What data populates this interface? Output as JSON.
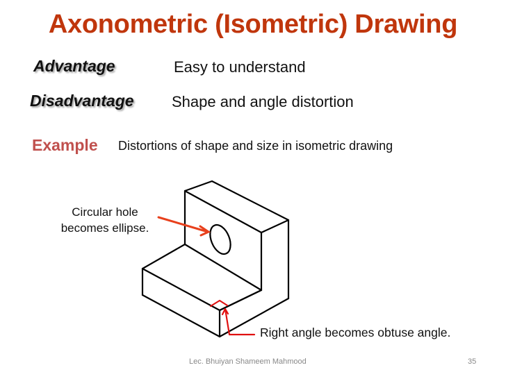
{
  "slide": {
    "title": "Axonometric (Isometric) Drawing",
    "advantage": {
      "label": "Advantage",
      "text": "Easy to understand"
    },
    "disadvantage": {
      "label": "Disadvantage",
      "text": "Shape and angle distortion"
    },
    "example": {
      "label": "Example",
      "text": "Distortions of shape and size in isometric drawing"
    },
    "figure": {
      "callout_hole_line1": "Circular hole",
      "callout_hole_line2": "becomes ellipse.",
      "callout_angle": "Right angle becomes obtuse angle.",
      "arrow_color_hole": "#e8401c",
      "arrow_color_angle": "#e01010",
      "line_color": "#000000"
    },
    "footer": {
      "author": "Lec. Bhuiyan Shameem Mahmood",
      "page_number": "35"
    }
  },
  "colors": {
    "title": "#c0360c",
    "example_label": "#c0504d",
    "footer": "#888888"
  }
}
